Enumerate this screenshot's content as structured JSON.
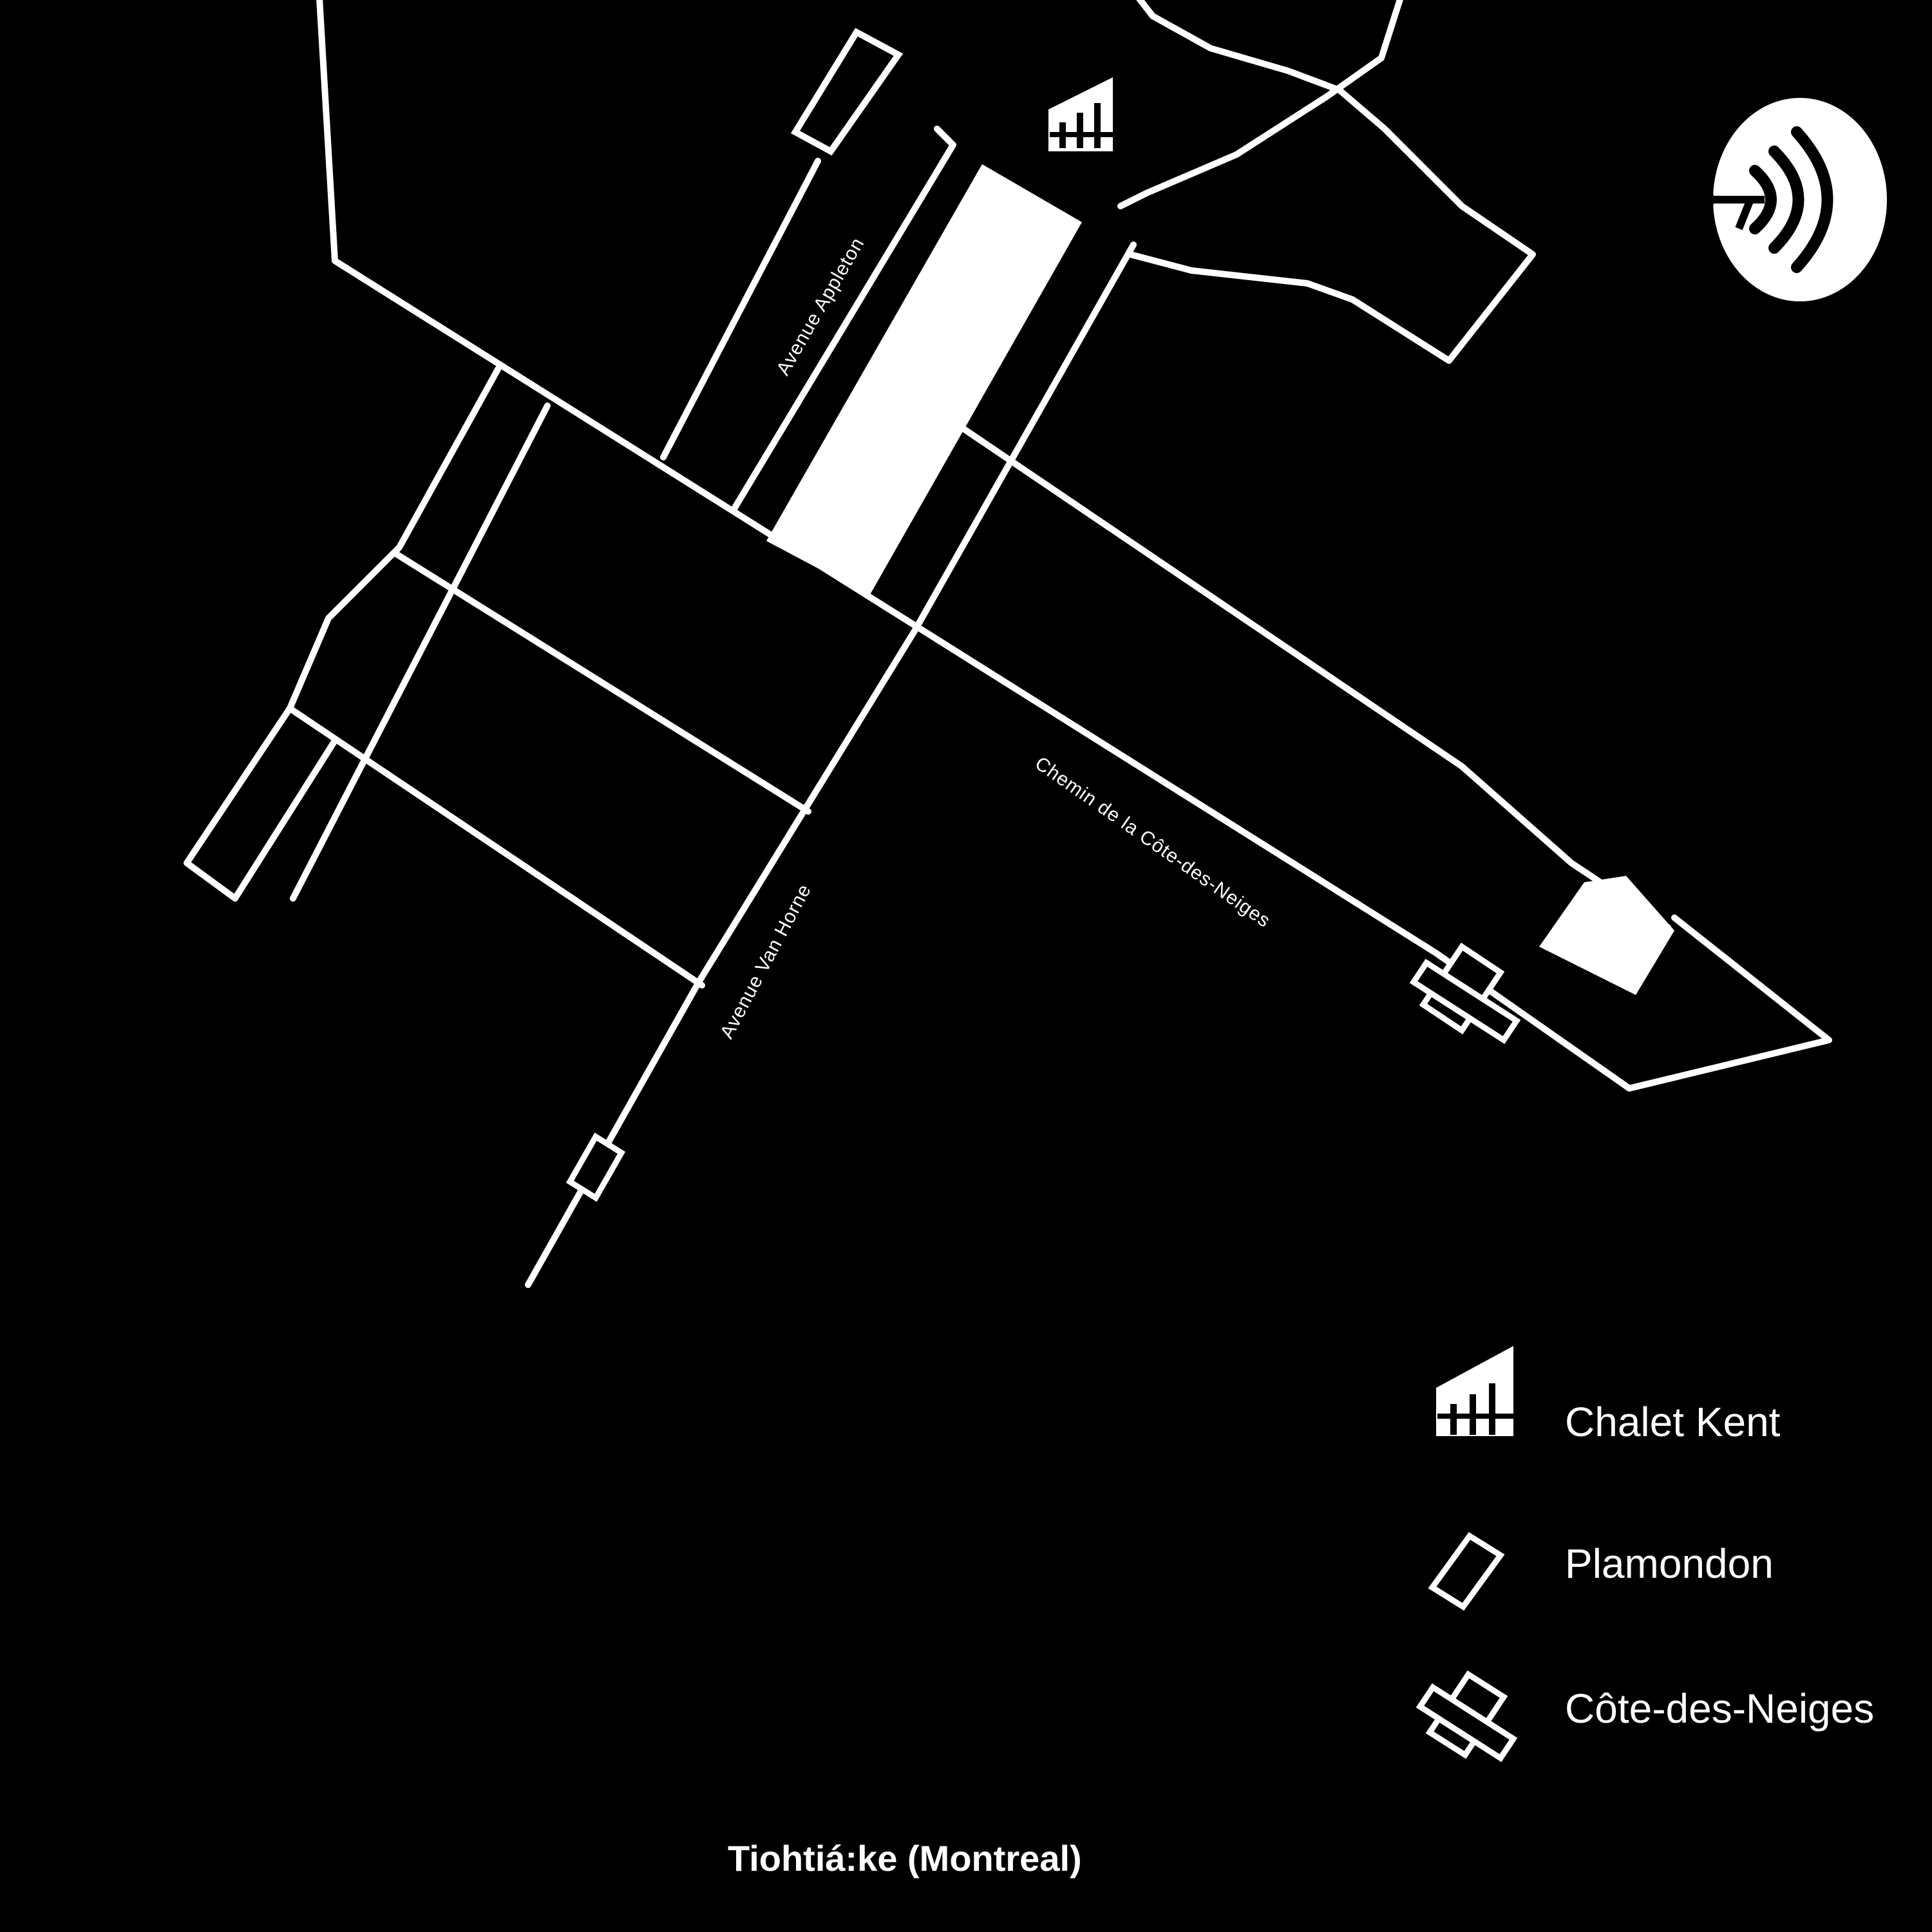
{
  "colors": {
    "background": "#000000",
    "lines": "#ffffff"
  },
  "streets": {
    "appleton": "Avenue Appleton",
    "cote_des_neiges": "Chemin de la Côte-des-Neiges",
    "van_horne": "Avenue Van Horne"
  },
  "legend": [
    {
      "icon": "building-icon",
      "label": "Chalet Kent"
    },
    {
      "icon": "metro-station-icon",
      "label": "Plamondon"
    },
    {
      "icon": "metro-station-icon",
      "label": "Côte-des-Neiges"
    }
  ],
  "caption": "Tiohtiá:ke (Montreal)",
  "badge_icon": "podcast-icon"
}
